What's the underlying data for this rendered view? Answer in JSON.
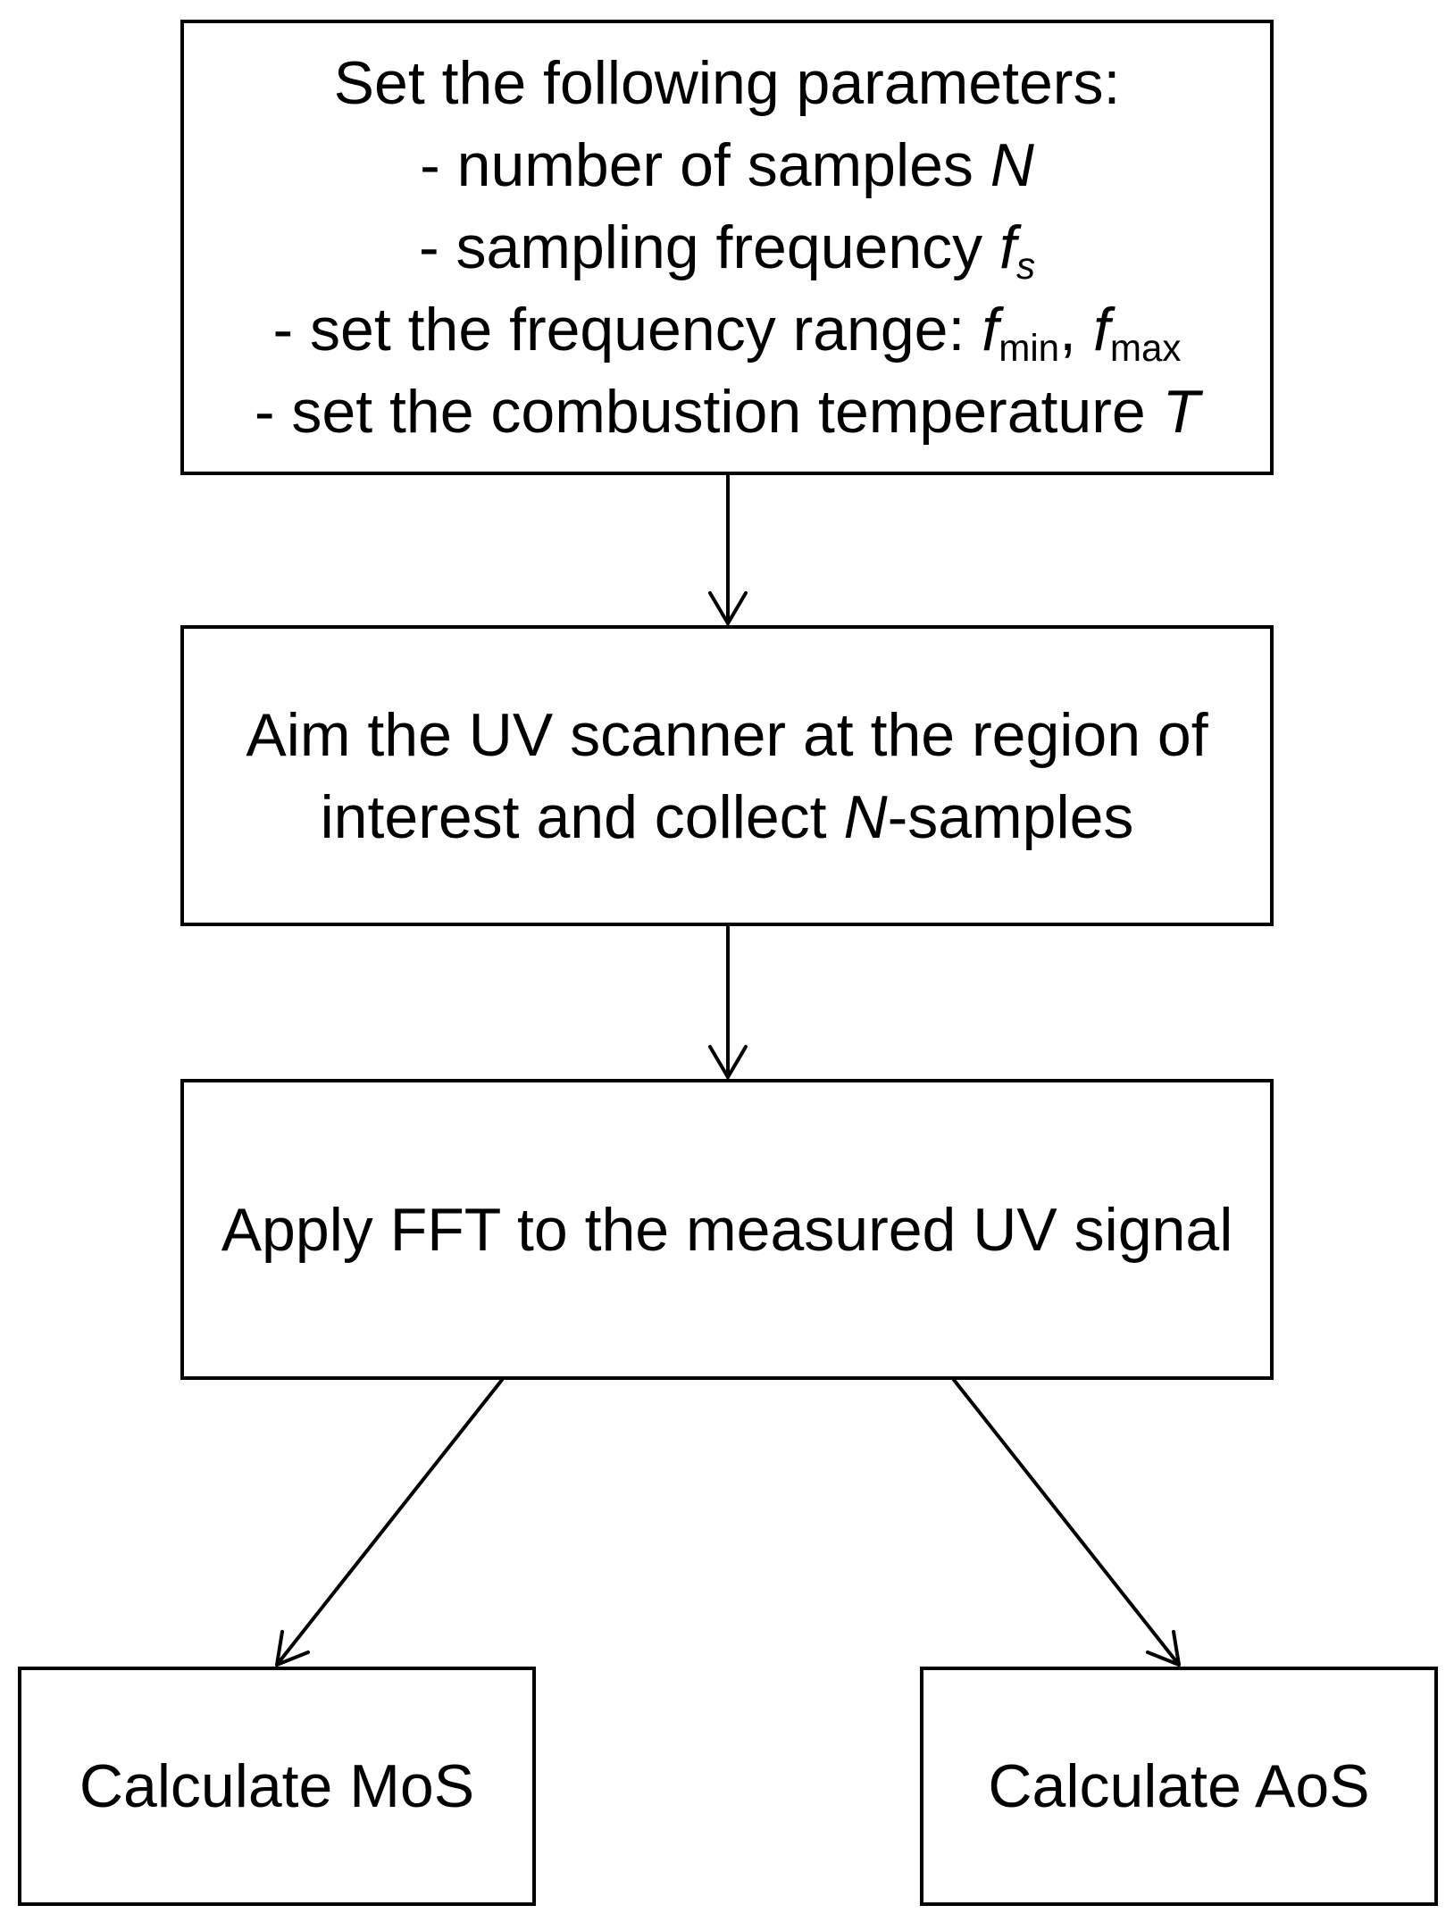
{
  "nodes": {
    "params": {
      "line1": "Set the following parameters:",
      "line2": {
        "text": "- number of samples ",
        "var": "N"
      },
      "line3": {
        "text": "- sampling frequency ",
        "var": "f",
        "sub": "s"
      },
      "line4": {
        "text": "- set the frequency range: ",
        "var1": "f",
        "sub1": "min",
        "sep": ", ",
        "var2": "f",
        "sub2": "max"
      },
      "line5": {
        "text": "- set the combustion temperature ",
        "var": "T"
      }
    },
    "scan": {
      "line1": "Aim the UV scanner at the region of",
      "line2": {
        "text": "interest and collect ",
        "var": "N",
        "suffix": "-samples"
      }
    },
    "fft": {
      "label": "Apply FFT to the measured UV signal"
    },
    "mos": {
      "label": "Calculate MoS"
    },
    "aos": {
      "label": "Calculate AoS"
    }
  },
  "edges": [
    {
      "from": "params",
      "to": "scan"
    },
    {
      "from": "scan",
      "to": "fft"
    },
    {
      "from": "fft",
      "to": "mos"
    },
    {
      "from": "fft",
      "to": "aos"
    }
  ],
  "colors": {
    "stroke": "#000000",
    "background": "#ffffff"
  }
}
